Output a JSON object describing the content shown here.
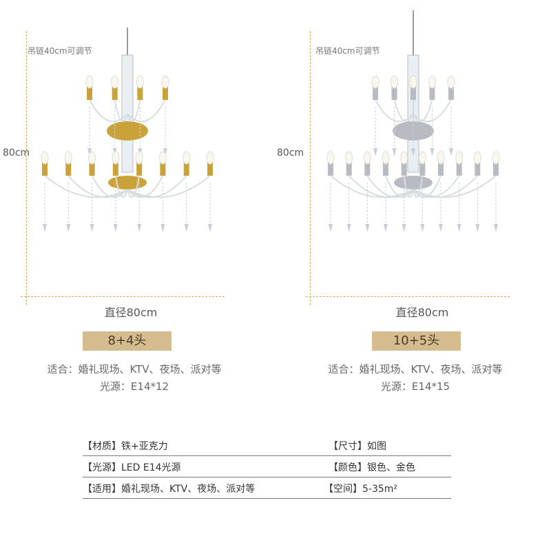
{
  "products": [
    {
      "chain_note": "吊链40cm可调节",
      "height": "80cm",
      "diameter": "直径80cm",
      "heads": "8+4头",
      "suitable": "适合：婚礼现场、KTV、夜场、派对等",
      "light_source": "光源：E14*12",
      "finish_color": "#c9a23a"
    },
    {
      "chain_note": "吊链40cm可调节",
      "height": "80cm",
      "diameter": "直径80cm",
      "heads": "10+5头",
      "suitable": "适合：婚礼现场、KTV、夜场、派对等",
      "light_source": "光源：E14*15",
      "finish_color": "#b8bcc2"
    }
  ],
  "specs": [
    {
      "left": "【材质】铁+亚克力",
      "right": "【尺寸】如图"
    },
    {
      "left": "【光源】LED E14光源",
      "right": "【颜色】银色、金色"
    },
    {
      "left": "【适用】婚礼现场、KTV、夜场、派对等",
      "right": "【空间】5-35m²"
    }
  ]
}
